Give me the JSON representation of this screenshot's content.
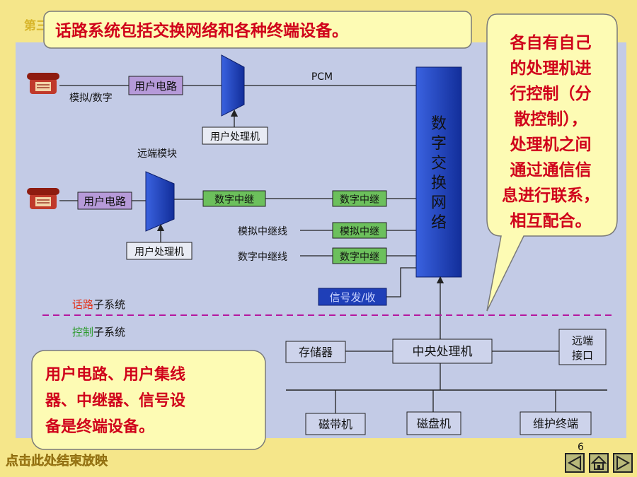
{
  "slide": {
    "corner_label": "第三",
    "page_number": "6",
    "footer_link": "点击此处结束放映"
  },
  "callouts": {
    "top": "话路系统包括交换网络和各种终端设备。",
    "right": [
      "各自有自己",
      "的处理机进",
      "行控制（分",
      "散控制），",
      "处理机之间",
      "通过通信信",
      "息进行联系，",
      "相互配合。"
    ],
    "bottom": [
      "用户电路、用户集线",
      "器、中继器、信号设",
      "备是终端设备。"
    ]
  },
  "diagram": {
    "pcm": "PCM",
    "analog_digital": "模拟/数字",
    "user_circuit_1": "用户电路",
    "user_processor_1": "用户处理机",
    "remote_module": "远端模块",
    "user_circuit_2": "用户电路",
    "user_processor_2": "用户处理机",
    "digital_trunk_left": "数字中继",
    "digital_trunk_right": "数字中继",
    "analog_trunk_line": "模拟中继线",
    "analog_trunk": "模拟中继",
    "digital_trunk_line": "数字中继线",
    "digital_trunk_3": "数字中继",
    "signal_tx_rx": "信号发/收",
    "switch_network": [
      "数",
      "字",
      "交",
      "换",
      "网",
      "络"
    ],
    "voice_subsystem_red": "话路",
    "voice_subsystem_black": "子系统",
    "control_subsystem_green": "控制",
    "control_subsystem_black": "子系统",
    "storage": "存储器",
    "central_processor": "中央处理机",
    "remote_interface": [
      "远端",
      "接口"
    ],
    "tape_unit": "磁带机",
    "disk_unit": "磁盘机",
    "maintenance_terminal": "维护终端"
  },
  "colors": {
    "slide_bg": "#f5e68a",
    "panel_bg": "#c3cbe6",
    "switch_blue": "#1f3fb8",
    "user_circuit": "#b69ad9",
    "trunk_green": "#6cc05c",
    "callout_bg": "#fdfbb4",
    "callout_text": "#d0021b",
    "divider": "#b5179e"
  }
}
